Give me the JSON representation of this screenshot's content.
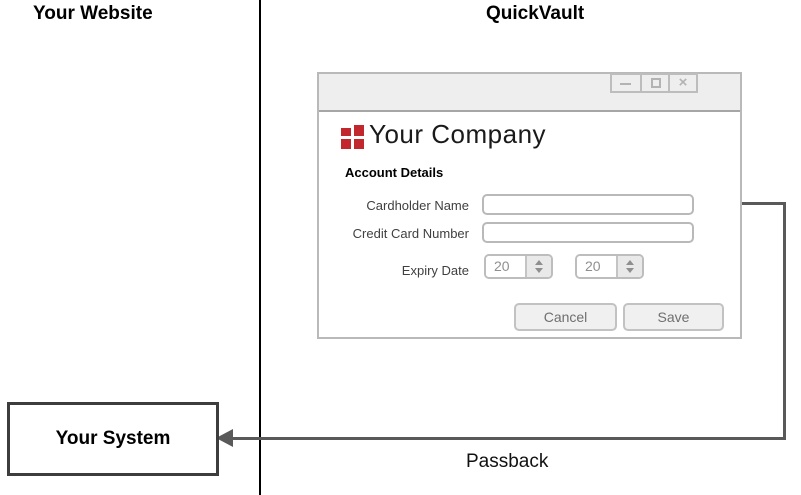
{
  "header": {
    "left_title": "Your Website",
    "right_title": "QuickVault"
  },
  "modal": {
    "window_controls": {
      "close_glyph": "×"
    },
    "company_name": "Your Company",
    "section_title": "Account Details",
    "fields": {
      "cardholder": {
        "label": "Cardholder Name",
        "value": ""
      },
      "card_number": {
        "label": "Credit Card Number",
        "value": ""
      },
      "expiry": {
        "label": "Expiry Date",
        "values": [
          "20",
          "20"
        ]
      }
    },
    "buttons": {
      "cancel_label": "Cancel",
      "save_label": "Save"
    }
  },
  "flow": {
    "system_box_label": "Your System",
    "passback_label": "Passback"
  },
  "colors": {
    "logo_red": "#c1272d",
    "connector_gray": "#595959",
    "titlebar_gray": "#eeeeee",
    "modal_border": "#b9b9b9"
  }
}
